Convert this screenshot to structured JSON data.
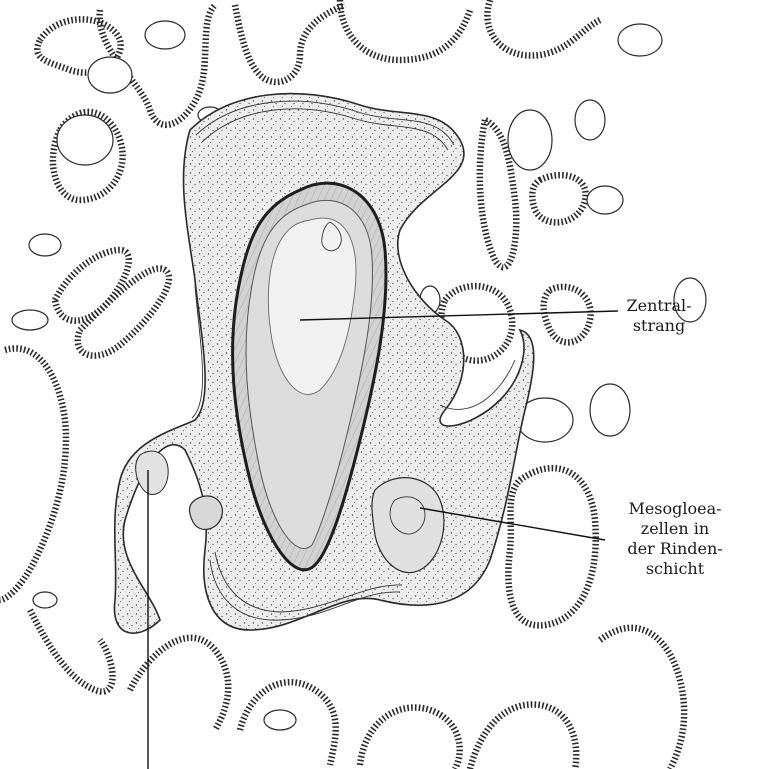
{
  "labels": {
    "zentralstrang": [
      "Zentral-",
      "strang"
    ],
    "mesogloea": [
      "Mesogloea-",
      "zellen in",
      "der Rinden-",
      "schicht"
    ]
  },
  "colors": {
    "ink": "#2a2a2a",
    "stipple": "#444444",
    "cortex_fill": "#e6e6e6",
    "core_fill": "#cfcfcf",
    "center_fill": "#eeeeee"
  }
}
